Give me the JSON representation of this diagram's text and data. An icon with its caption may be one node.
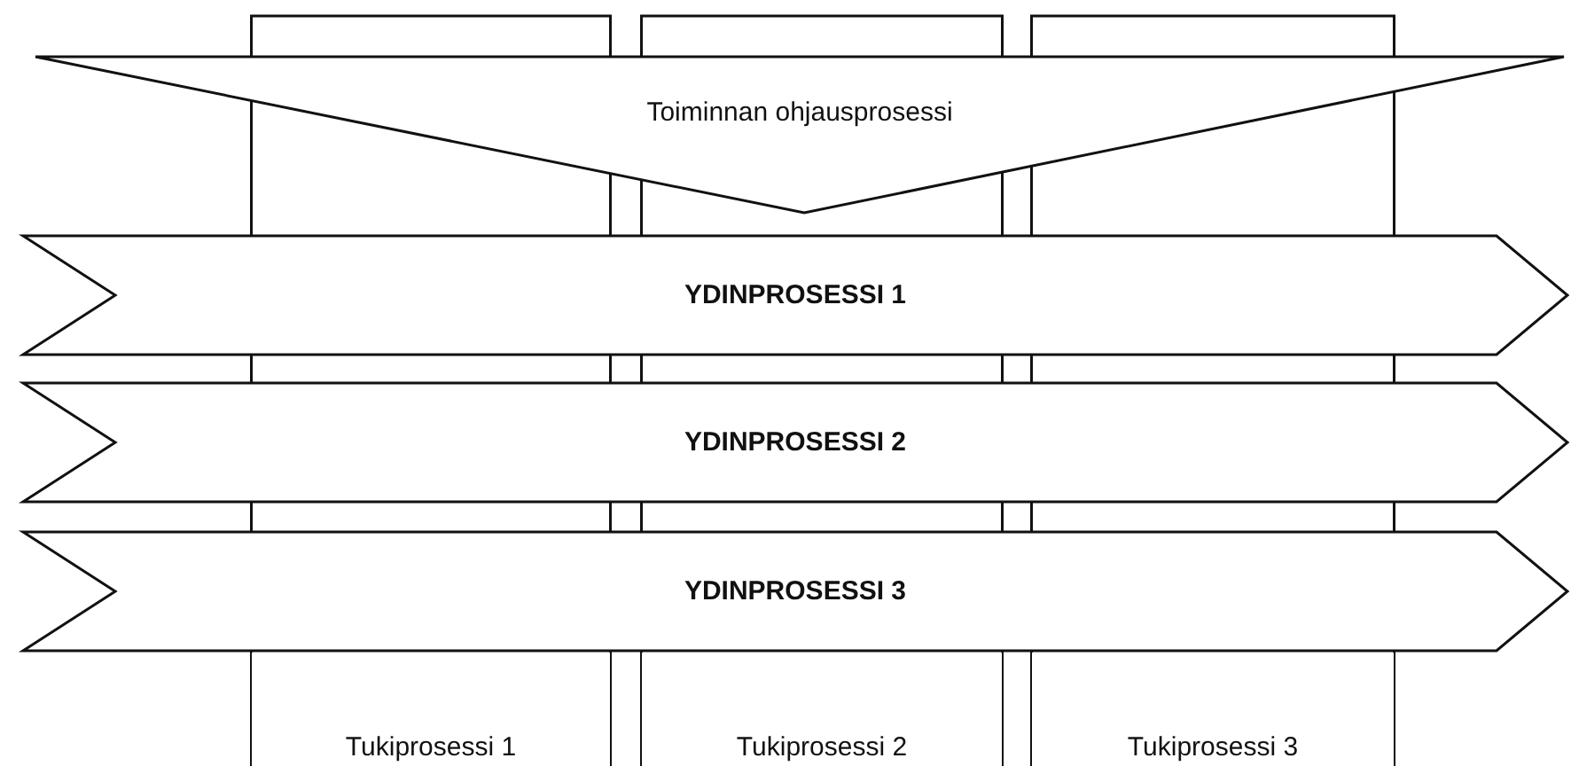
{
  "diagram": {
    "nodes": [
      {
        "text": [
          "Toiminnan ohjausprosessi"
        ]
      },
      {
        "text": [
          "YDINPROSESSI 1"
        ]
      },
      {
        "text": [
          "YDINPROSESSI 2"
        ]
      },
      {
        "text": [
          "YDINPROSESSI 3"
        ]
      },
      {
        "text": [
          "Tukiprosessi 1"
        ]
      },
      {
        "text": [
          "Tukiprosessi 2"
        ]
      },
      {
        "text": [
          "Tukiprosessi 3"
        ]
      }
    ]
  }
}
